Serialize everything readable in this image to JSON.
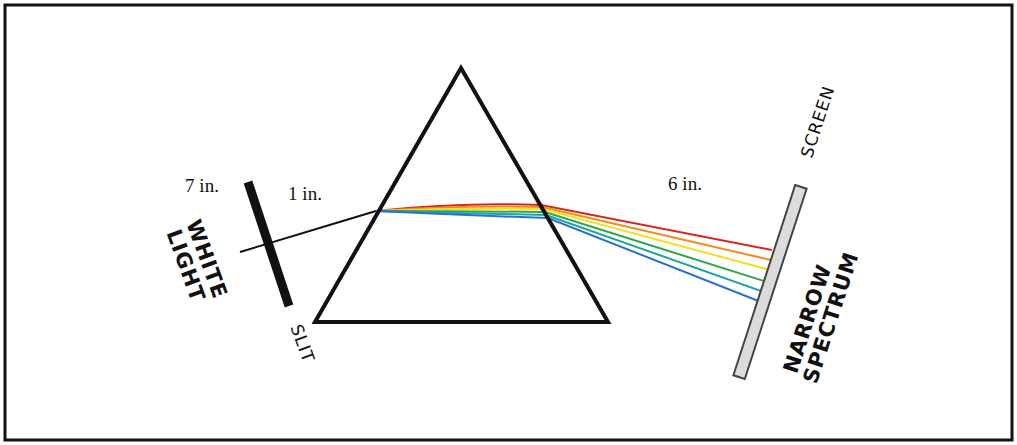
{
  "diagram": {
    "labels": [
      "7 in.",
      "1 in.",
      "6 in.",
      "WHITE LIGHT",
      "SLIT",
      "SCREEN",
      "NARROW SPECTRUM"
    ]
  }
}
